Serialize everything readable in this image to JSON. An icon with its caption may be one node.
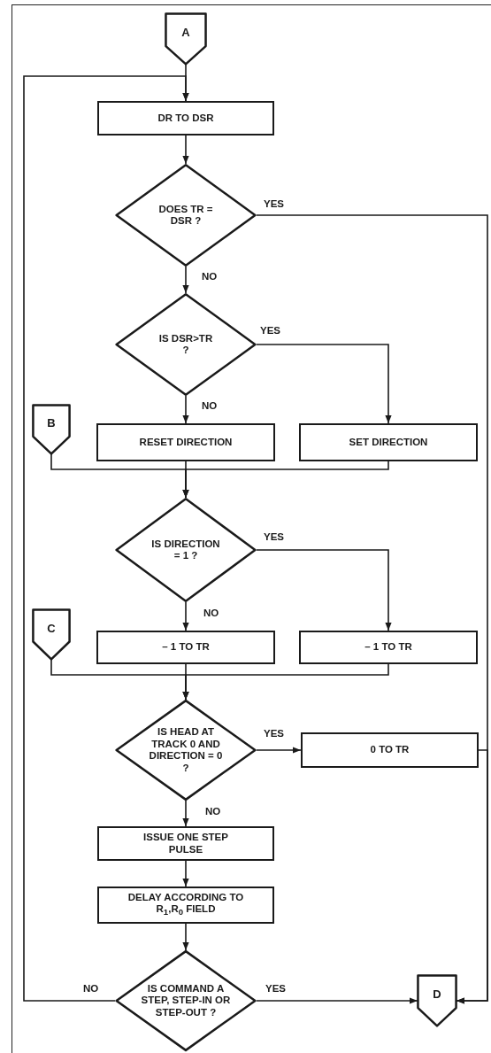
{
  "diagram": {
    "nodes": [
      {
        "text": [
          "A"
        ]
      },
      {
        "text": [
          "DR TO DSR"
        ]
      },
      {
        "text": [
          "DOES TR = DSR ?"
        ]
      },
      {
        "text": [
          "IS DSR>TR ?"
        ]
      },
      {
        "text": [
          "B"
        ]
      },
      {
        "text": [
          "RESET DIRECTION"
        ]
      },
      {
        "text": [
          "SET DIRECTION"
        ]
      },
      {
        "text": [
          "IS DIRECTION = 1 ?"
        ]
      },
      {
        "text": [
          "C"
        ]
      },
      {
        "text": [
          "– 1 TO TR"
        ]
      },
      {
        "text": [
          "– 1 TO TR"
        ]
      },
      {
        "text": [
          "IS HEAD AT TRACK 0 AND DIRECTION = 0 ?"
        ]
      },
      {
        "text": [
          "0 TO TR"
        ]
      },
      {
        "text": [
          "ISSUE ONE STEP PULSE"
        ]
      },
      {
        "text": [
          "DELAY ACCORDING TO R$_{1}$,R$_{0}$ FIELD"
        ]
      },
      {
        "text": [
          "IS COMMAND A STEP, STEP-IN OR STEP-OUT ?"
        ]
      },
      {
        "text": [
          "D"
        ]
      }
    ],
    "edges": [
      {
        "from": 0,
        "to": 1,
        "arrow": "to"
      },
      {
        "from": 1,
        "to": 2,
        "arrow": "to"
      },
      {
        "from": 2,
        "to": 16,
        "arrow": "to",
        "label": "YES"
      },
      {
        "from": 2,
        "to": 3,
        "arrow": "to",
        "label": "NO"
      },
      {
        "from": 3,
        "to": 6,
        "arrow": "to",
        "label": "YES"
      },
      {
        "from": 3,
        "to": 5,
        "arrow": "to",
        "label": "NO"
      },
      {
        "from": 4,
        "to": 7,
        "arrow": "to"
      },
      {
        "from": 5,
        "to": 7,
        "arrow": "to"
      },
      {
        "from": 6,
        "to": 7,
        "arrow": "to"
      },
      {
        "from": 7,
        "to": 10,
        "arrow": "to",
        "label": "YES"
      },
      {
        "from": 7,
        "to": 9,
        "arrow": "to",
        "label": "NO"
      },
      {
        "from": 8,
        "to": 11,
        "arrow": "to"
      },
      {
        "from": 9,
        "to": 11,
        "arrow": "to"
      },
      {
        "from": 10,
        "to": 11,
        "arrow": "to"
      },
      {
        "from": 11,
        "to": 12,
        "arrow": "to",
        "label": "YES"
      },
      {
        "from": 11,
        "to": 13,
        "arrow": "to",
        "label": "NO"
      },
      {
        "from": 12,
        "to": 16,
        "arrow": "to"
      },
      {
        "from": 13,
        "to": 14,
        "arrow": "to"
      },
      {
        "from": 14,
        "to": 15,
        "arrow": "to"
      },
      {
        "from": 15,
        "to": 1,
        "arrow": "to",
        "label": "NO"
      },
      {
        "from": 15,
        "to": 16,
        "arrow": "to",
        "label": "YES"
      }
    ]
  }
}
